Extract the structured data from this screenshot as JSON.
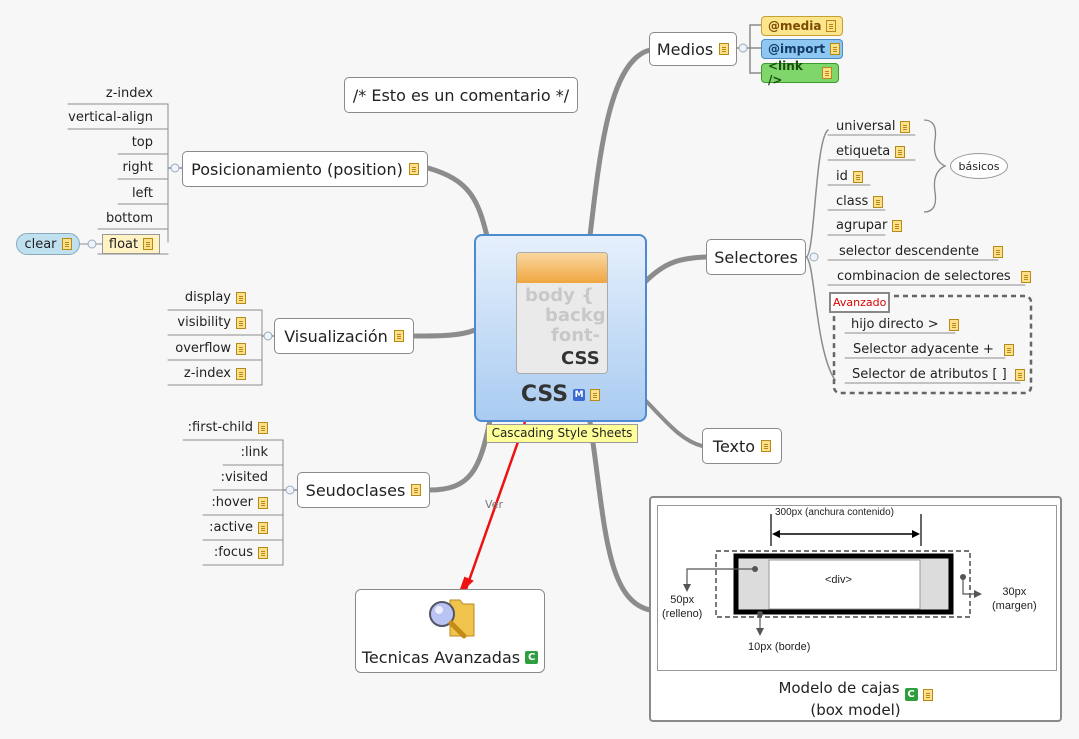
{
  "central": {
    "title": "CSS",
    "caption": "Cascading Style Sheets",
    "icon_text": [
      "body {",
      "backg",
      "font-"
    ],
    "icon_label": "CSS",
    "marker": "M"
  },
  "comment": "/* Esto es un comentario */",
  "medios": {
    "label": "Medios",
    "children": [
      "@media",
      "@import",
      "<link />"
    ],
    "colors": [
      "#fde58b",
      "#8ec8f2",
      "#7fd66a"
    ]
  },
  "selectores": {
    "label": "Selectores",
    "children": [
      "universal",
      "etiqueta",
      "id",
      "class",
      "agrupar",
      "selector descendente",
      "combinacion de selectores"
    ],
    "callout": "básicos",
    "advanced_label": "Avanzado",
    "advanced": [
      "hijo directo >",
      "Selector adyacente +",
      "Selector de atributos [ ]"
    ]
  },
  "texto": {
    "label": "Texto"
  },
  "posicionamiento": {
    "label": "Posicionamiento (position)",
    "children": [
      "z-index",
      "vertical-align",
      "top",
      "right",
      "left",
      "bottom",
      "float"
    ],
    "float_child": "clear"
  },
  "visualizacion": {
    "label": "Visualización",
    "children": [
      "display",
      "visibility",
      "overflow",
      "z-index"
    ]
  },
  "seudoclases": {
    "label": "Seudoclases",
    "children": [
      ":first-child",
      ":link",
      ":visited",
      ":hover",
      ":active",
      ":focus"
    ]
  },
  "tecnicas": {
    "label": "Tecnicas Avanzadas",
    "marker": "C",
    "relation_label": "Ver"
  },
  "modelo": {
    "label_line1": "Modelo de cajas",
    "label_line2": "(box model)",
    "marker": "C",
    "diagram": {
      "width_label": "300px (anchura contenido)",
      "div_label": "<div>",
      "padding_label": [
        "50px",
        "(relleno)"
      ],
      "margin_label": [
        "30px",
        "(margen)"
      ],
      "border_label": "10px (borde)"
    }
  }
}
